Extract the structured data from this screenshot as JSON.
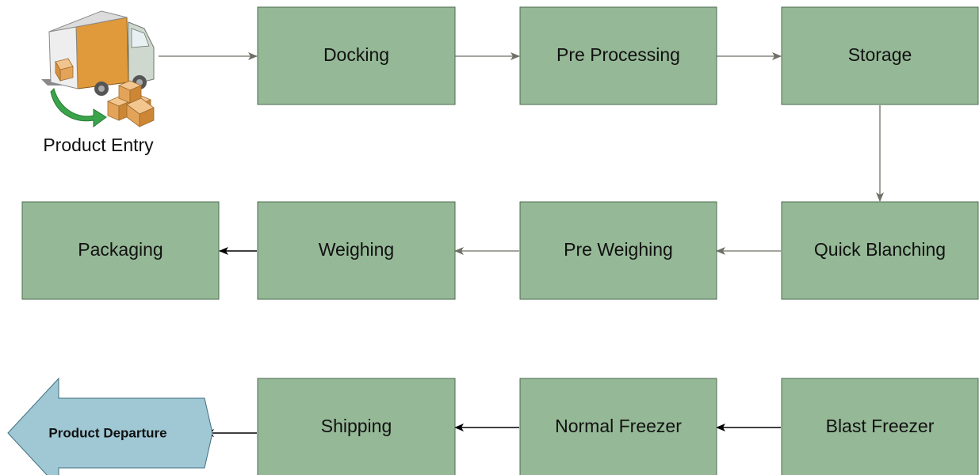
{
  "colors": {
    "process_fill": "#95b896",
    "process_stroke": "#4d6b50",
    "departure_fill": "#9fc7d4",
    "departure_stroke": "#3f6f7f",
    "connector_grey": "#6f6f66",
    "connector_black": "#000000"
  },
  "entry": {
    "label": "Product Entry",
    "icon": "delivery-truck-icon"
  },
  "departure": {
    "label": "Product Departure",
    "shape": "left-arrow"
  },
  "nodes": [
    {
      "id": "docking",
      "label": "Docking"
    },
    {
      "id": "pre-processing",
      "label": "Pre Processing"
    },
    {
      "id": "storage",
      "label": "Storage"
    },
    {
      "id": "quick-blanching",
      "label": "Quick Blanching"
    },
    {
      "id": "pre-weighing",
      "label": "Pre Weighing"
    },
    {
      "id": "weighing",
      "label": "Weighing"
    },
    {
      "id": "packaging",
      "label": "Packaging"
    },
    {
      "id": "blast-freezer",
      "label": "Blast Freezer"
    },
    {
      "id": "normal-freezer",
      "label": "Normal Freezer"
    },
    {
      "id": "shipping",
      "label": "Shipping"
    }
  ],
  "edges": [
    {
      "from": "product-entry",
      "to": "docking"
    },
    {
      "from": "docking",
      "to": "pre-processing"
    },
    {
      "from": "pre-processing",
      "to": "storage"
    },
    {
      "from": "storage",
      "to": "quick-blanching"
    },
    {
      "from": "quick-blanching",
      "to": "pre-weighing"
    },
    {
      "from": "pre-weighing",
      "to": "weighing"
    },
    {
      "from": "weighing",
      "to": "packaging"
    },
    {
      "from": "blast-freezer",
      "to": "normal-freezer"
    },
    {
      "from": "normal-freezer",
      "to": "shipping"
    },
    {
      "from": "shipping",
      "to": "product-departure"
    }
  ]
}
